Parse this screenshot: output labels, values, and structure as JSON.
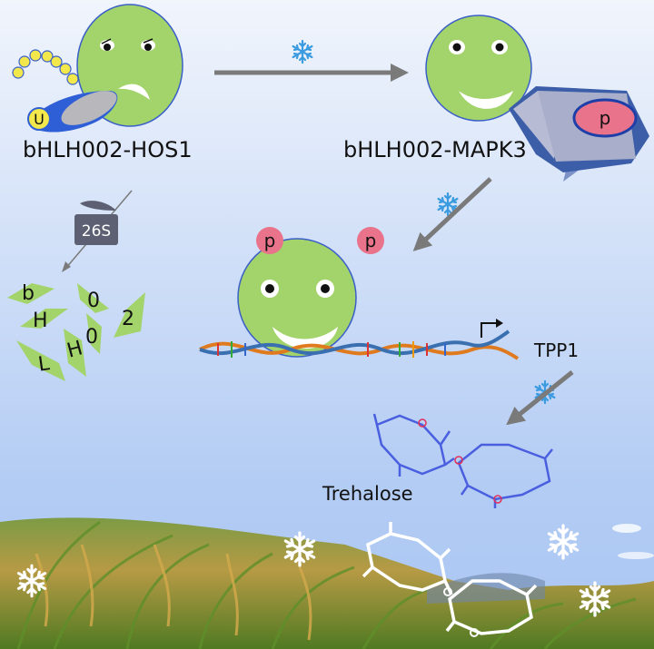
{
  "labels": {
    "complex_hos1": "bHLH002-HOS1",
    "complex_mapk3": "bHLH002-MAPK3",
    "proteasome": "26S",
    "ubiquitin": "U",
    "phospho": "p",
    "gene": "TPP1",
    "product": "Trehalose"
  },
  "fragments": [
    "b",
    "H",
    "L",
    "H",
    "0",
    "0",
    "2"
  ],
  "colors": {
    "protein": "#a3d36b",
    "outline": "#3a5fc8",
    "arrow": "#7a7a7a",
    "phospho": "#e8738a",
    "ubiquitin": "#f2e84b",
    "trehalose": "#4a5fe0",
    "snowflake": "#3b9be0"
  },
  "icons": [
    "snowflake-icon",
    "dna-helix-icon",
    "transcription-start-arrow-icon"
  ]
}
